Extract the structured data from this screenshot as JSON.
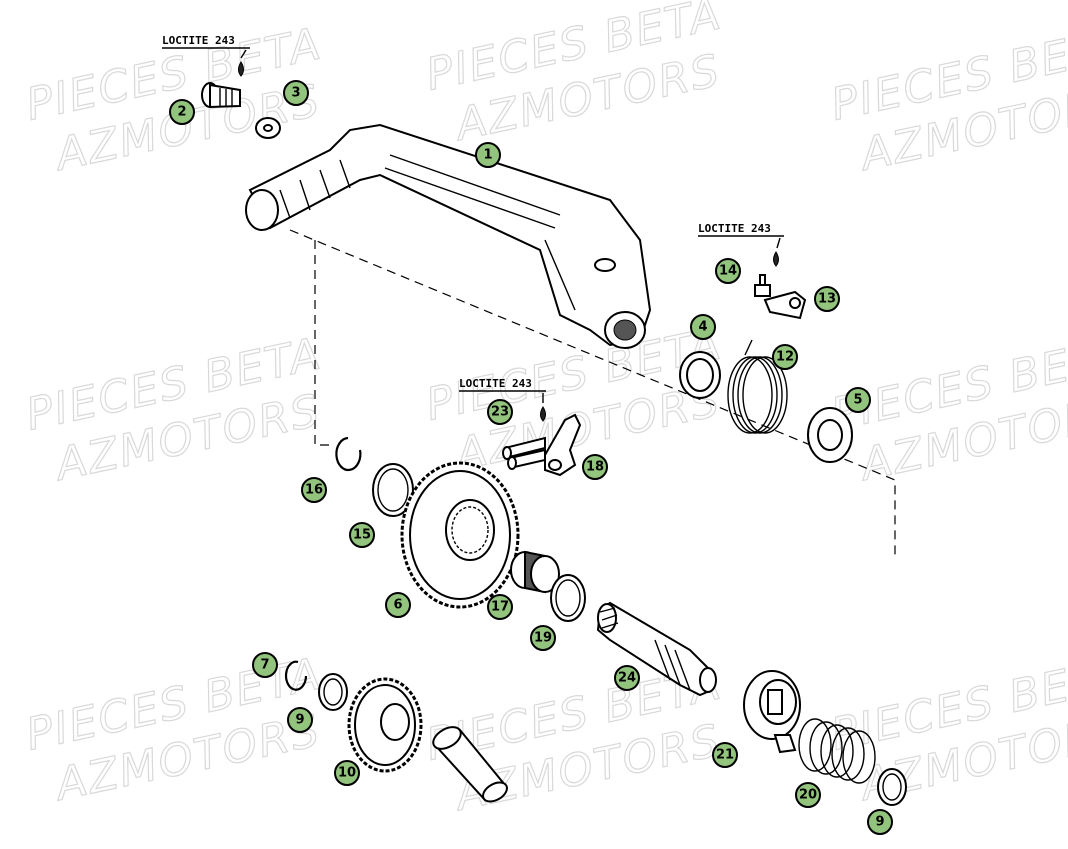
{
  "watermark": {
    "line1": "PIECES BETA",
    "line2": "AZMOTORS"
  },
  "loctite_labels": [
    "LOCTITE 243",
    "LOCTITE 243",
    "LOCTITE 243"
  ],
  "callouts": [
    "1",
    "2",
    "3",
    "4",
    "5",
    "6",
    "7",
    "9",
    "9",
    "10",
    "12",
    "13",
    "14",
    "15",
    "16",
    "17",
    "18",
    "19",
    "20",
    "21",
    "23",
    "24"
  ],
  "colors": {
    "callout_fill": "#93c47d",
    "line": "#000000",
    "watermark": "#d9d9d9"
  }
}
